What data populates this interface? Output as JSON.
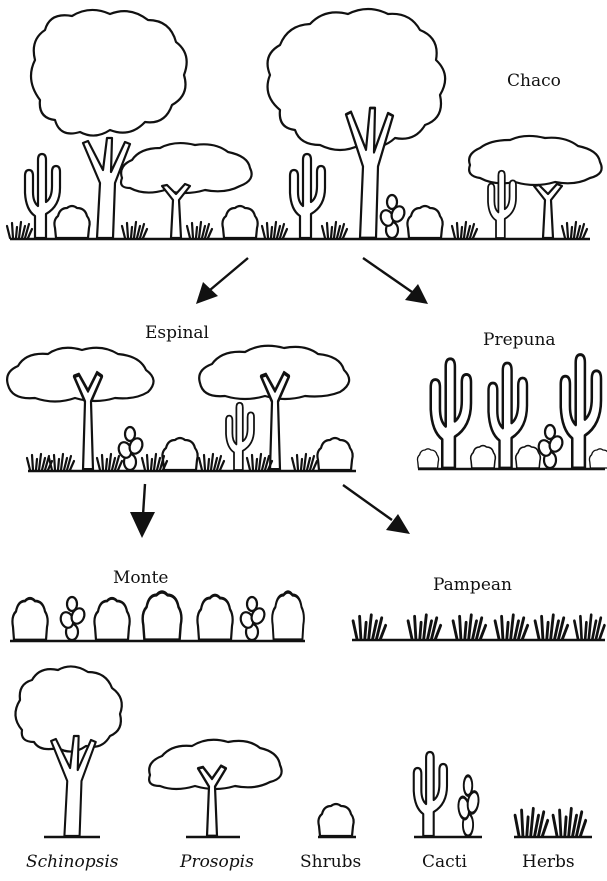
{
  "regions": {
    "chaco": "Chaco",
    "espinal": "Espinal",
    "prepuna": "Prepuna",
    "monte": "Monte",
    "pampean": "Pampean"
  },
  "legend": {
    "schinopsis": "Schinopsis",
    "prosopis": "Prosopis",
    "shrubs": "Shrubs",
    "cacti": "Cacti",
    "herbs": "Herbs"
  }
}
